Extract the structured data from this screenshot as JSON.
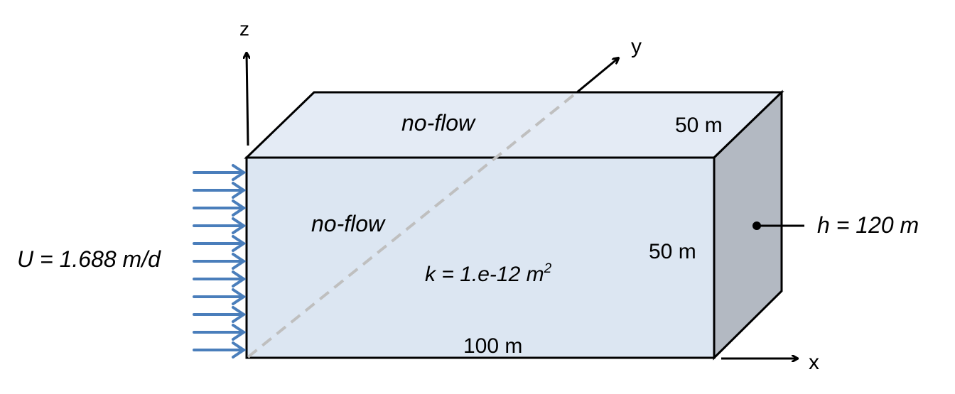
{
  "axes": {
    "x": "x",
    "y": "y",
    "z": "z"
  },
  "labels": {
    "top_boundary": "no-flow",
    "side_boundary": "no-flow",
    "permeability": "k = 1.e-12 m",
    "permeability_exp": "2",
    "length": "100 m",
    "height": "50 m",
    "width": "50 m",
    "inflow": "U = 1.688 m/d",
    "head": "h = 120 m"
  },
  "inflow_arrow_count": 11,
  "colors": {
    "front_face": "#dce6f2",
    "top_face": "#e4ebf5",
    "side_face": "#b3b9c2",
    "arrow": "#4a7ebb",
    "dashed": "#bfbfbf"
  }
}
